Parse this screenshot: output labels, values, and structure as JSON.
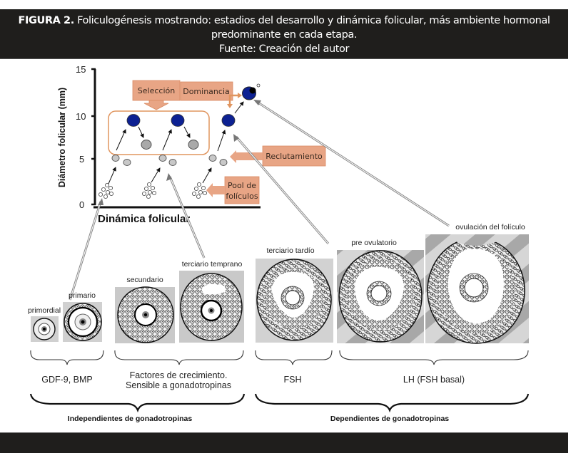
{
  "caption": {
    "figure_label": "FIGURA 2.",
    "title_part1": "Foliculogénesis mostrando: estadios del desarrollo y dinámica folicular, más ambiente hormonal",
    "title_part2": "predominante en cada etapa.",
    "source": "Fuente: Creación del autor"
  },
  "chart": {
    "y_axis_title": "Diámetro folicular (mm)",
    "x_axis_title": "Dinámica folicular",
    "y_ticks": [
      "15",
      "10",
      "5",
      "0"
    ],
    "y_range": [
      0,
      15
    ]
  },
  "callouts": {
    "selection": "Selección",
    "dominance": "Dominancia",
    "recruitment": "Reclutamiento",
    "pool_line1": "Pool de",
    "pool_line2": "folículos"
  },
  "colors": {
    "header_bg": "#1f1e1c",
    "callout_fill": "#e8a585",
    "callout_stroke": "#d98b63",
    "selection_box": "#e0955f",
    "dominant_follicle": "#0d2192",
    "small_follicle": "#c8c8c8",
    "atretic_follicle": "#a9a9a9",
    "pointer_line": "#8a8a8a"
  },
  "stages": [
    {
      "label": "primordial"
    },
    {
      "label": "primario"
    },
    {
      "label": "secundario"
    },
    {
      "label": "terciario temprano"
    },
    {
      "label": "terciario tardío"
    },
    {
      "label": "pre ovulatorio"
    },
    {
      "label": "ovulación del folículo"
    }
  ],
  "hormones": {
    "h1": "GDF-9, BMP",
    "h2_line1": "Factores de crecimiento.",
    "h2_line2": "Sensible a gonadotropinas",
    "h3": "FSH",
    "h4": "LH (FSH basal)"
  },
  "groups": {
    "independent": "Independientes de gonadotropinas",
    "dependent": "Dependientes de gonadotropinas"
  }
}
